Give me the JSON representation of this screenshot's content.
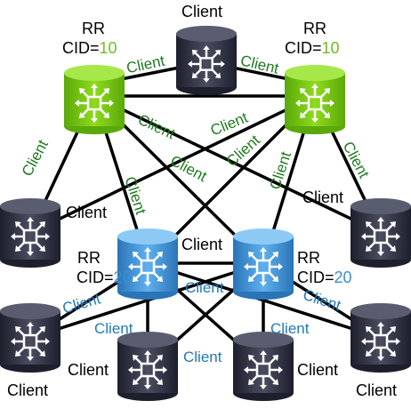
{
  "labels": {
    "rr": "RR",
    "cid_prefix": "CID=",
    "rr_green_cid": "10",
    "rr_blue_cid": "20",
    "client": "Client"
  },
  "colors": {
    "green_router": "#7ccc10",
    "blue_router": "#3d8fd8",
    "client_router": "#2f3142",
    "edge_label_green": "#1f7a1f",
    "edge_label_blue": "#1f7ab8",
    "cid_green": "#6fbe1e",
    "cid_blue": "#3a8fd0"
  },
  "icons": {
    "router": "router-icon"
  }
}
